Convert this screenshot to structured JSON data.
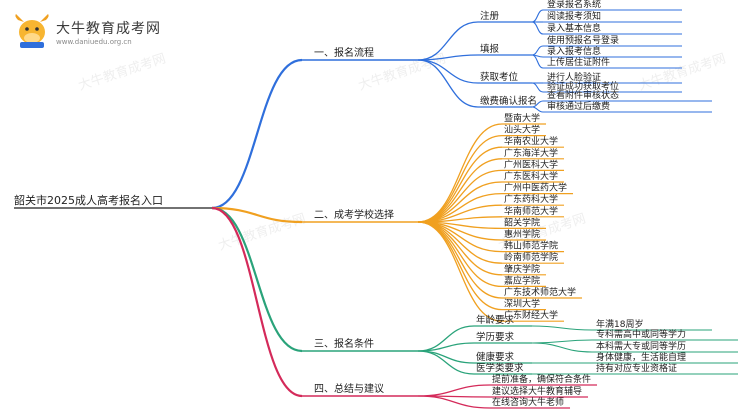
{
  "logo": {
    "title": "大牛教育成考网",
    "url": "www.daniuedu.org.cn"
  },
  "root": "韶关市2025成人高考报名入口",
  "colors": {
    "blue": "#2f6fdc",
    "orange": "#f0a020",
    "green": "#2aa37a",
    "red": "#d42a5a",
    "text": "#222222"
  },
  "branches": [
    {
      "label": "一、报名流程",
      "children": [
        {
          "label": "注册",
          "children": [
            "登录报名系统",
            "阅读报考须知",
            "录入基本信息"
          ]
        },
        {
          "label": "填报",
          "children": [
            "使用预报名号登录",
            "录入报考信息",
            "上传居住证附件"
          ]
        },
        {
          "label": "获取考位",
          "children": [
            "进行人脸验证",
            "验证成功获取考位"
          ]
        },
        {
          "label": "缴费确认报名",
          "children": [
            "查看附件审核状态",
            "审核通过后缴费"
          ]
        }
      ]
    },
    {
      "label": "二、成考学校选择",
      "children": [
        {
          "label": "暨南大学"
        },
        {
          "label": "汕头大学"
        },
        {
          "label": "华南农业大学"
        },
        {
          "label": "广东海洋大学"
        },
        {
          "label": "广州医科大学"
        },
        {
          "label": "广东医科大学"
        },
        {
          "label": "广州中医药大学"
        },
        {
          "label": "广东药科大学"
        },
        {
          "label": "华南师范大学"
        },
        {
          "label": "韶关学院"
        },
        {
          "label": "惠州学院"
        },
        {
          "label": "韩山师范学院"
        },
        {
          "label": "岭南师范学院"
        },
        {
          "label": "肇庆学院"
        },
        {
          "label": "嘉应学院"
        },
        {
          "label": "广东技术师范大学"
        },
        {
          "label": "深圳大学"
        },
        {
          "label": "广东财经大学"
        }
      ]
    },
    {
      "label": "三、报名条件",
      "children": [
        {
          "label": "年龄要求",
          "children": [
            "年满18周岁"
          ]
        },
        {
          "label": "学历要求",
          "children": [
            "专科需高中或同等学力",
            "本科需大专或同等学历"
          ]
        },
        {
          "label": "健康要求",
          "children": [
            "身体健康，生活能自理"
          ]
        },
        {
          "label": "医学类要求",
          "children": [
            "持有对应专业资格证"
          ]
        }
      ]
    },
    {
      "label": "四、总结与建议",
      "children": [
        {
          "label": "提前准备，确保符合条件"
        },
        {
          "label": "建议选择大牛教育辅导"
        },
        {
          "label": "在线咨询大牛老师"
        }
      ]
    }
  ]
}
